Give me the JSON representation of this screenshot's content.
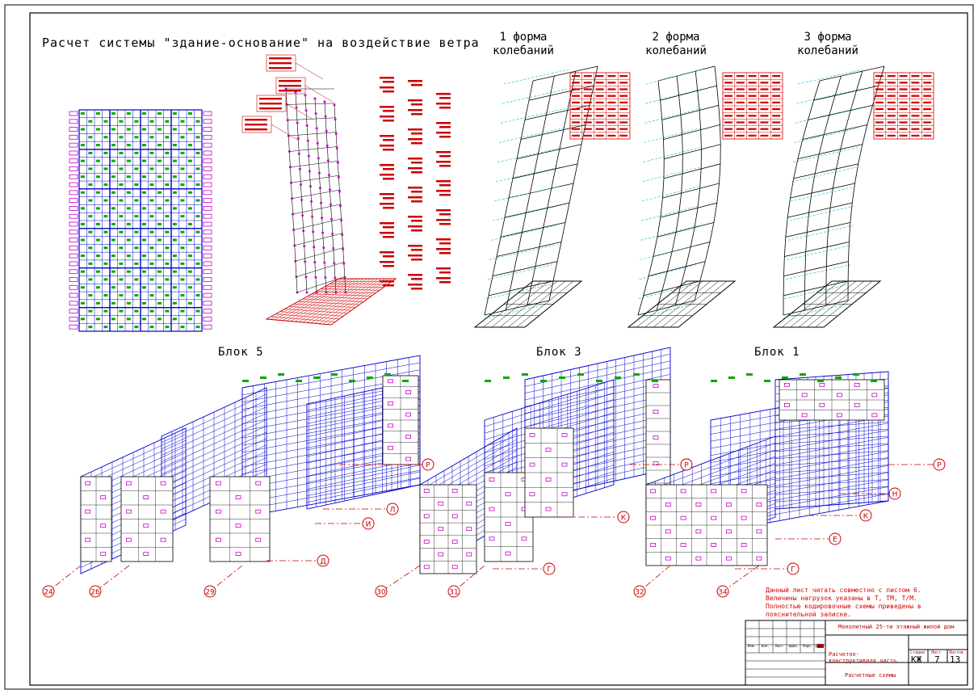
{
  "drawing": {
    "main_title": "Расчет системы \"здание-основание\" на воздействие ветра",
    "modes": [
      {
        "line1": "1 форма",
        "line2": "колебаний"
      },
      {
        "line1": "2 форма",
        "line2": "колебаний"
      },
      {
        "line1": "3 форма",
        "line2": "колебаний"
      }
    ],
    "blocks": [
      "Блок 5",
      "Блок 3",
      "Блок 1"
    ],
    "axes": {
      "left": [
        "Р",
        "Л",
        "И",
        "Д"
      ],
      "middle": [
        "Р",
        "К",
        "Г"
      ],
      "right": [
        "Р",
        "Р",
        "Н",
        "К",
        "Е",
        "Г"
      ],
      "bottom": [
        "24",
        "26",
        "29",
        "30",
        "31",
        "32",
        "34"
      ]
    },
    "note_lines": [
      "Данный лист читать совместно с листом 6.",
      "Величины нагрузок указаны в Т, ТМ, Т/М.",
      "Полностью кодировочные схемы приведены в",
      "пояснительной записке."
    ]
  },
  "title_block": {
    "project": "Монолитный 25-ти этажный жилой дом",
    "section": "Расчетно-конструктивная часть",
    "sheet_name": "Расчетные схемы",
    "stage_label": "Стадия",
    "sheet_label": "Лист",
    "sheets_label": "Листов",
    "stage": "КЖ",
    "sheet": "7",
    "sheets": "13",
    "col_headers": [
      "Изм.",
      "Кол.",
      "Лист",
      "№док.",
      "Подп.",
      "Дата"
    ]
  },
  "colors": {
    "frame": "#000000",
    "grid": "#0000cc",
    "numbers": "#00aa00",
    "labels": "#cc00cc",
    "loads": "#cc0000",
    "mode_lines": "#00bcd4"
  }
}
